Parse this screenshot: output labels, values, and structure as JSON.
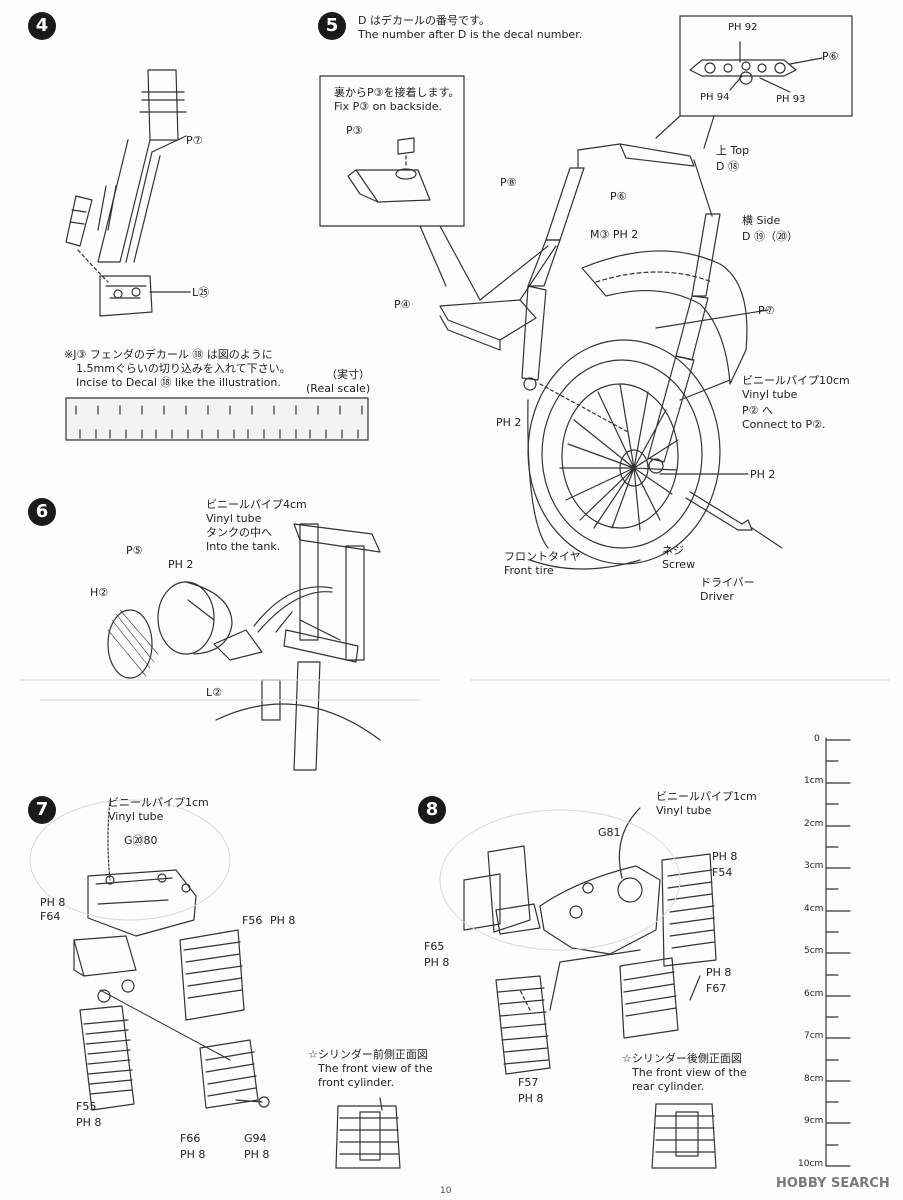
{
  "steps": {
    "s4": {
      "number": "4",
      "label_p7": "P⑦",
      "label_l25": "L㉕",
      "note_jp": "※J③ フェンダのデカール ⑱ は図のように",
      "note_jp2": "1.5mmぐらいの切り込みを入れて下さい。",
      "note_en": "Incise to Decal ⑱ like the illustration.",
      "real_scale_jp": "（実寸）",
      "real_scale_en": "(Real scale)"
    },
    "s5": {
      "number": "5",
      "decal_jp": "D はデカールの番号です。",
      "decal_en": "The number after D is the decal number.",
      "fix_jp": "裏からP③を接着します。",
      "fix_en": "Fix P③ on backside.",
      "p3": "P③",
      "p4": "P④",
      "p6": "P⑥",
      "p6b": "P⑥",
      "p7": "P⑦",
      "p8": "P⑧",
      "ph92": "PH 92",
      "ph93": "PH 93",
      "ph94": "PH 94",
      "top": "上 Top",
      "d18": "D ⑱",
      "side": "横 Side",
      "d19": "D ⑲（⑳）",
      "m3": "M③ PH 2",
      "vinyl_jp": "ビニールパイプ10cm",
      "vinyl_en": "Vinyl tube",
      "connect_jp": "P② へ",
      "connect_en": "Connect to P②.",
      "ph2_a": "PH 2",
      "ph2_b": "PH 2",
      "tire_jp": "フロントタイヤ",
      "tire_en": "Front tire",
      "screw_jp": "ネジ",
      "screw_en": "Screw",
      "driver_jp": "ドライバー",
      "driver_en": "Driver"
    },
    "s6": {
      "number": "6",
      "vinyl_jp": "ビニールパイプ4cm",
      "vinyl_en": "Vinyl tube",
      "tank_jp": "タンクの中へ",
      "tank_en": "Into the tank.",
      "p5": "P⑤",
      "ph2": "PH 2",
      "h2": "H②",
      "l2": "L②"
    },
    "s7": {
      "number": "7",
      "vinyl_jp": "ビニールパイプ1cm",
      "vinyl_en": "Vinyl tube",
      "g80": "G⑳80",
      "ph8a": "PH 8",
      "f64": "F64",
      "f56": "F56",
      "ph8b": "PH 8",
      "f55": "F55",
      "ph8c": "PH 8",
      "f66": "F66",
      "ph8d": "PH 8",
      "g94": "G94",
      "ph8e": "PH 8",
      "front_jp": "☆シリンダー前側正面図",
      "front_en1": "The front view of the",
      "front_en2": "front cylinder."
    },
    "s8": {
      "number": "8",
      "vinyl_jp": "ビニールパイプ1cm",
      "vinyl_en": "Vinyl tube",
      "g81": "G81",
      "ph8a": "PH 8",
      "f54": "F54",
      "f65": "F65",
      "ph8b": "PH 8",
      "ph8c": "PH 8",
      "f67": "F67",
      "f57": "F57",
      "ph8d": "PH 8",
      "rear_jp": "☆シリンダー後側正面図",
      "rear_en1": "The front view of the",
      "rear_en2": "rear cylinder."
    }
  },
  "ruler": {
    "labels": [
      "0",
      "1cm",
      "2cm",
      "3cm",
      "4cm",
      "5cm",
      "6cm",
      "7cm",
      "8cm",
      "9cm",
      "10cm"
    ]
  },
  "page_number": "10",
  "watermark": "HOBBY SEARCH"
}
